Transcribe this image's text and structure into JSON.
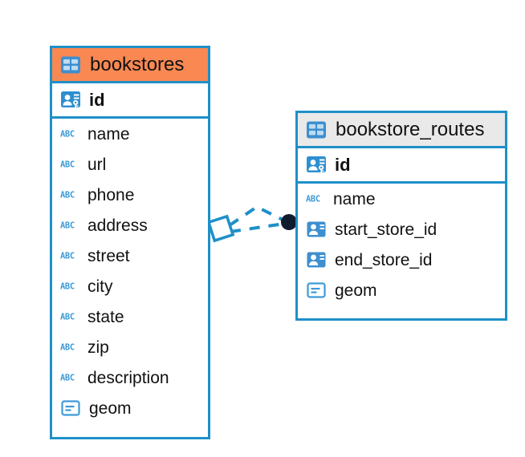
{
  "diagram": {
    "type": "entity-relationship-diagram",
    "background_color": "#ffffff",
    "accent_color": "#1e90c8",
    "entities": [
      {
        "name": "bookstores",
        "header_color": "#f98852",
        "header_icon": "table-icon",
        "fields": [
          {
            "label": "id",
            "icon": "primary-key-icon",
            "kind": "pk"
          },
          {
            "label": "name",
            "icon": "abc-text-icon",
            "kind": "text"
          },
          {
            "label": "url",
            "icon": "abc-text-icon",
            "kind": "text"
          },
          {
            "label": "phone",
            "icon": "abc-text-icon",
            "kind": "text"
          },
          {
            "label": "address",
            "icon": "abc-text-icon",
            "kind": "text"
          },
          {
            "label": "street",
            "icon": "abc-text-icon",
            "kind": "text"
          },
          {
            "label": "city",
            "icon": "abc-text-icon",
            "kind": "text"
          },
          {
            "label": "state",
            "icon": "abc-text-icon",
            "kind": "text"
          },
          {
            "label": "zip",
            "icon": "abc-text-icon",
            "kind": "text"
          },
          {
            "label": "description",
            "icon": "abc-text-icon",
            "kind": "text"
          },
          {
            "label": "geom",
            "icon": "geometry-icon",
            "kind": "geometry"
          }
        ]
      },
      {
        "name": "bookstore_routes",
        "header_color": "#e9e9e9",
        "header_icon": "table-icon",
        "fields": [
          {
            "label": "id",
            "icon": "primary-key-icon",
            "kind": "pk"
          },
          {
            "label": "name",
            "icon": "abc-text-icon",
            "kind": "text"
          },
          {
            "label": "start_store_id",
            "icon": "foreign-key-icon",
            "kind": "fk"
          },
          {
            "label": "end_store_id",
            "icon": "foreign-key-icon",
            "kind": "fk"
          },
          {
            "label": "geom",
            "icon": "geometry-icon",
            "kind": "geometry"
          }
        ]
      }
    ],
    "relationship": {
      "source_marker": "diamond-icon",
      "target_marker": "filled-circle-icon",
      "line_style": "dashed",
      "line_color": "#1e90c8",
      "target_marker_color": "#101828"
    }
  }
}
